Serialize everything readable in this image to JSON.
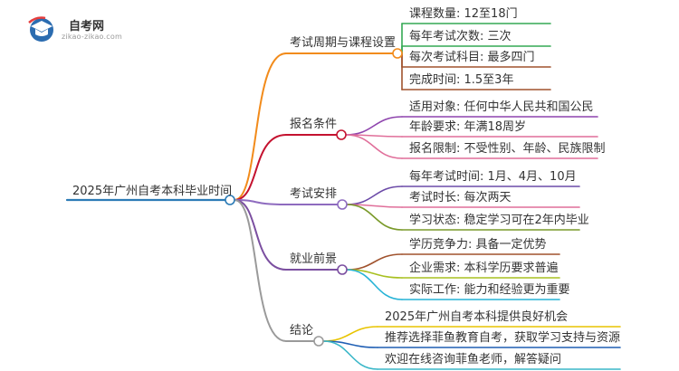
{
  "logo": {
    "name": "自考网",
    "domain": "zikao-zikao.com"
  },
  "root": {
    "label": "2025年广州自考本科毕业时间"
  },
  "branches": [
    {
      "label": "考试周期与课程设置",
      "color": "#f28b1b",
      "leaves": [
        "课程数量: 12至18门",
        "每年考试次数: 三次",
        "每次考试科目: 最多四门",
        "完成时间: 1.5至3年"
      ],
      "leaf_colors": [
        "#34a853",
        "#34a853",
        "#a0522d",
        "#a0522d"
      ]
    },
    {
      "label": "报名条件",
      "color": "#c4122f",
      "leaves": [
        "适用对象: 任何中华人民共和国公民",
        "年龄要求: 年满18周岁",
        "报名限制: 不受性别、年龄、民族限制"
      ],
      "leaf_colors": [
        "#8e44ad",
        "#e06f9a",
        "#e06f9a"
      ]
    },
    {
      "label": "考试安排",
      "color": "#8e6bbf",
      "leaves": [
        "每年考试时间: 1月、4月、10月",
        "考试时长: 每次两天",
        "学习状态: 稳定学习可在2年内毕业"
      ],
      "leaf_colors": [
        "#6c4ba8",
        "#e06f9a",
        "#7a9a2a"
      ]
    },
    {
      "label": "就业前景",
      "color": "#7b4fa0",
      "leaves": [
        "学历竞争力: 具备一定优势",
        "企业需求: 本科学历要求普遍",
        "实际工作: 能力和经验更为重要"
      ],
      "leaf_colors": [
        "#a0522d",
        "#a8c020",
        "#26b3d6"
      ]
    },
    {
      "label": "结论",
      "color": "#9a9a9a",
      "leaves": [
        "2025年广州自考本科提供良好机会",
        "推荐选择菲鱼教育自考，获取学习支持与资源",
        "欢迎在线咨询菲鱼老师，解答疑问"
      ],
      "leaf_colors": [
        "#e8c400",
        "#1f5fb4",
        "#3ab7c8"
      ]
    }
  ],
  "colors": {
    "root_line": "#2c7bb6",
    "logo_blue": "#2b6cb0",
    "logo_red": "#e53e3e"
  }
}
